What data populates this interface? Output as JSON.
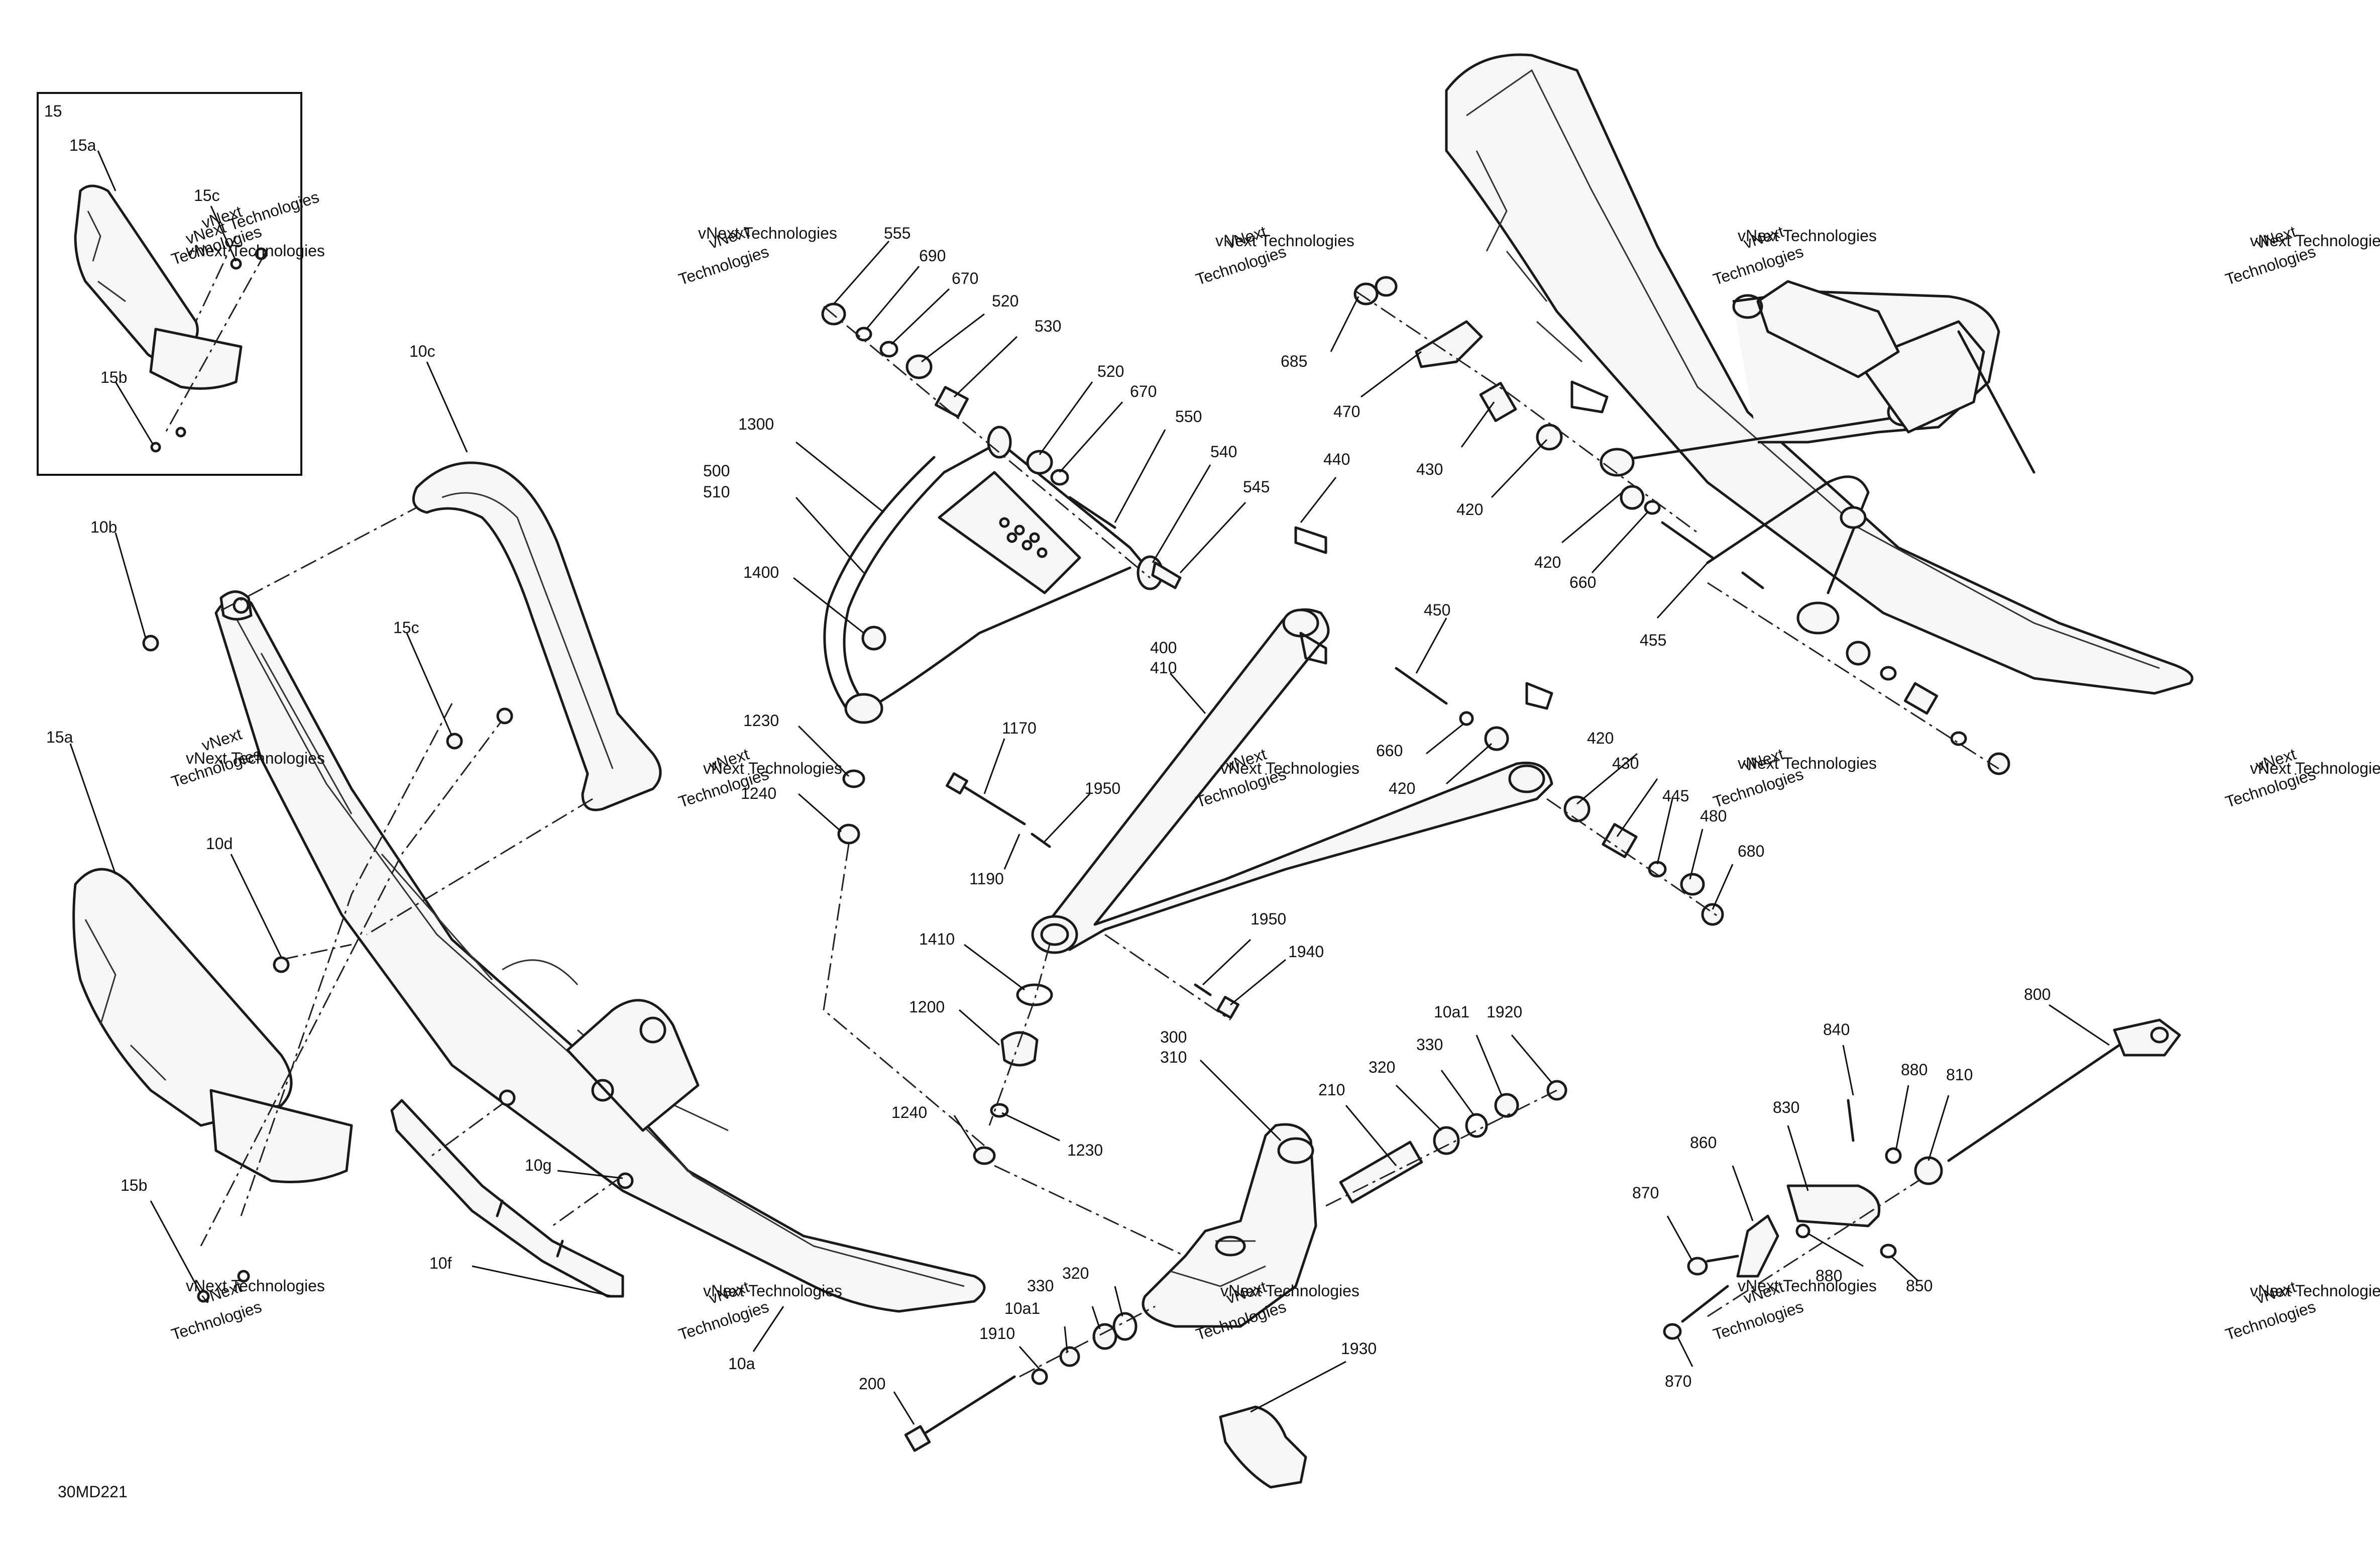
{
  "figure_code": "30MD221",
  "inset_label": "15",
  "watermark": {
    "line1": "vNext Technologies",
    "line2": "vNext",
    "line3": "Technologies"
  },
  "callouts": [
    {
      "text": "15a"
    },
    {
      "text": "15c"
    },
    {
      "text": "15b"
    },
    {
      "text": "10c"
    },
    {
      "text": "10b"
    },
    {
      "text": "15c"
    },
    {
      "text": "15a"
    },
    {
      "text": "10d"
    },
    {
      "text": "15b"
    },
    {
      "text": "10g"
    },
    {
      "text": "10f"
    },
    {
      "text": "10a"
    },
    {
      "text": "555"
    },
    {
      "text": "690"
    },
    {
      "text": "670"
    },
    {
      "text": "520"
    },
    {
      "text": "530"
    },
    {
      "text": "520"
    },
    {
      "text": "670"
    },
    {
      "text": "550"
    },
    {
      "text": "540"
    },
    {
      "text": "545"
    },
    {
      "text": "1300"
    },
    {
      "text": "500"
    },
    {
      "text": "510"
    },
    {
      "text": "1400"
    },
    {
      "text": "1230"
    },
    {
      "text": "1240"
    },
    {
      "text": "1170"
    },
    {
      "text": "1950"
    },
    {
      "text": "1190"
    },
    {
      "text": "400"
    },
    {
      "text": "410"
    },
    {
      "text": "1410"
    },
    {
      "text": "1200"
    },
    {
      "text": "1240"
    },
    {
      "text": "1230"
    },
    {
      "text": "1950"
    },
    {
      "text": "1940"
    },
    {
      "text": "300"
    },
    {
      "text": "310"
    },
    {
      "text": "210"
    },
    {
      "text": "320"
    },
    {
      "text": "330"
    },
    {
      "text": "10a1"
    },
    {
      "text": "1920"
    },
    {
      "text": "330"
    },
    {
      "text": "320"
    },
    {
      "text": "10a1"
    },
    {
      "text": "1910"
    },
    {
      "text": "200"
    },
    {
      "text": "1930"
    },
    {
      "text": "685"
    },
    {
      "text": "470"
    },
    {
      "text": "440"
    },
    {
      "text": "430"
    },
    {
      "text": "420"
    },
    {
      "text": "420"
    },
    {
      "text": "660"
    },
    {
      "text": "455"
    },
    {
      "text": "450"
    },
    {
      "text": "660"
    },
    {
      "text": "420"
    },
    {
      "text": "420"
    },
    {
      "text": "430"
    },
    {
      "text": "445"
    },
    {
      "text": "480"
    },
    {
      "text": "680"
    },
    {
      "text": "800"
    },
    {
      "text": "840"
    },
    {
      "text": "880"
    },
    {
      "text": "810"
    },
    {
      "text": "830"
    },
    {
      "text": "860"
    },
    {
      "text": "870"
    },
    {
      "text": "880"
    },
    {
      "text": "850"
    },
    {
      "text": "870"
    }
  ]
}
